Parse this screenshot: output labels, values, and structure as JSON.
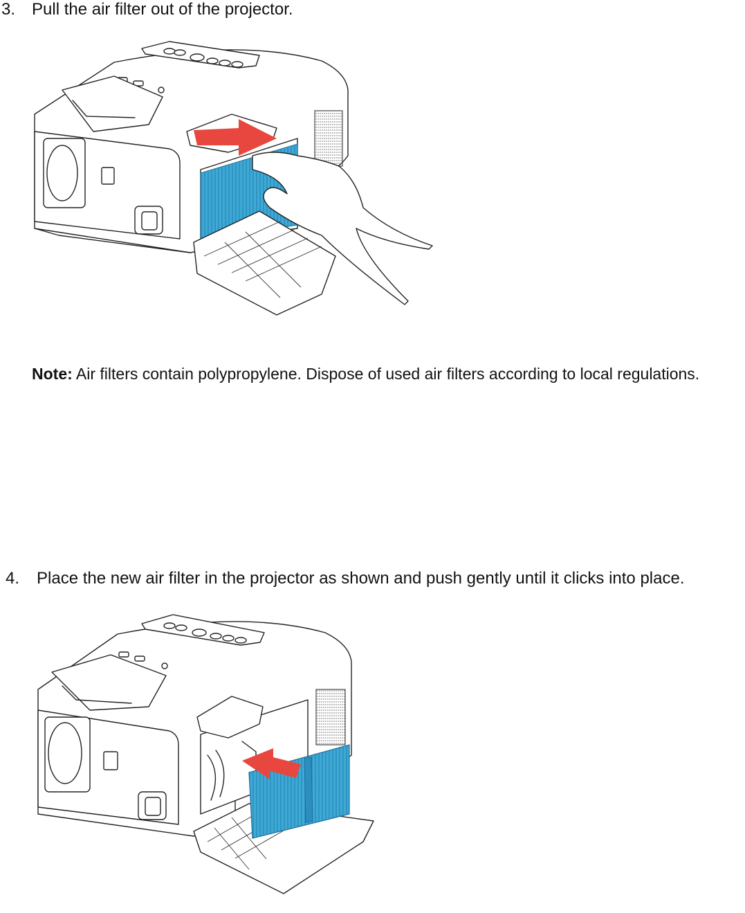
{
  "steps": [
    {
      "number": "3.",
      "text": "Pull the air filter out of the projector."
    },
    {
      "number": "4.",
      "text": "Place the new air filter in the projector as shown and push gently until it clicks into place."
    }
  ],
  "note": {
    "label": "Note:",
    "text": "Air filters contain polypropylene. Dispose of used air filters according to local regulations."
  },
  "colors": {
    "filter_blue": "#3fa9d6",
    "arrow_red": "#e8473f"
  },
  "illustrations": [
    {
      "id": "remove-filter",
      "icons": [
        "projector-illustration",
        "air-filter-icon",
        "hand-icon",
        "arrow-right-icon"
      ]
    },
    {
      "id": "insert-filter",
      "icons": [
        "projector-illustration",
        "air-filter-icon",
        "arrow-left-icon"
      ]
    }
  ]
}
